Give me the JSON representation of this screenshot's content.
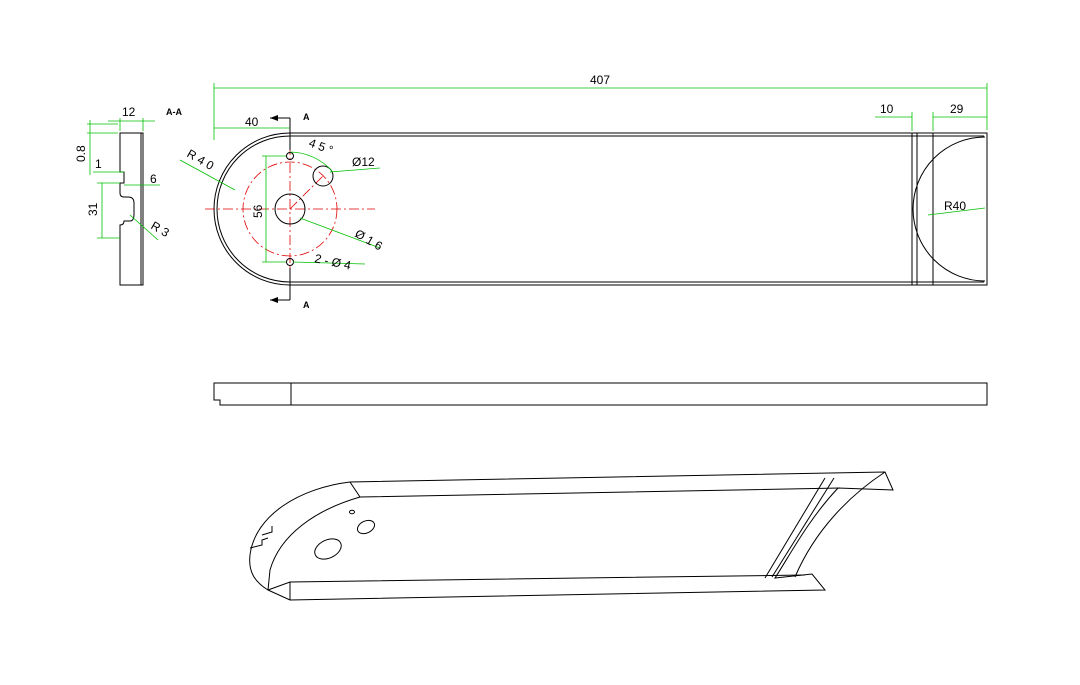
{
  "section": {
    "view_label": "A-A",
    "cut_label_top": "A",
    "cut_label_bottom": "A"
  },
  "dimensions": {
    "overall_length": "407",
    "left_offset": "40",
    "slot_width": "10",
    "end_width": "29",
    "end_radius": "R40",
    "nose_radius": "R 4 0",
    "hole_pitch": "56",
    "small_hole_callout": "2 - Ø 4",
    "center_hole": "Ø 1 6",
    "offset_hole": "Ø12",
    "angle": "4 5 °",
    "section_thickness": "12",
    "section_lip": "0.8",
    "section_step": "1",
    "section_notch_depth": "6",
    "section_notch_height": "31",
    "section_notch_radius": "R 3"
  },
  "colors": {
    "outline": "#000000",
    "dimension": "#00c000",
    "centerline": "#e00000"
  }
}
